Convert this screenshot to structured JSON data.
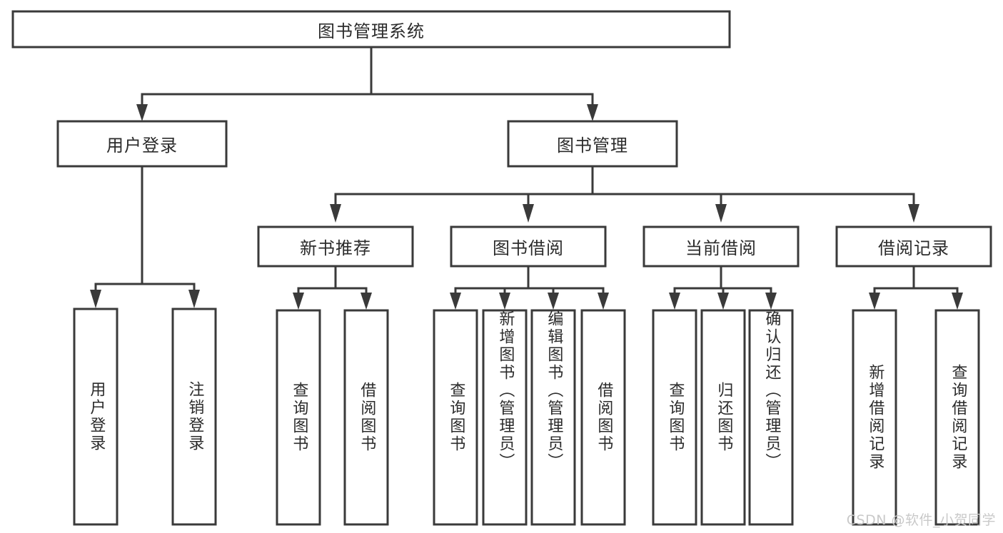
{
  "diagram": {
    "type": "tree",
    "title": "图书管理系统",
    "watermark": "CSDN @软件_小贺同学",
    "colors": {
      "stroke": "#3a3a3a",
      "fill": "#ffffff",
      "text": "#2b2b2b",
      "watermark": "#c9c9c9"
    },
    "root": {
      "label": "图书管理系统"
    },
    "level1": [
      {
        "label": "用户登录"
      },
      {
        "label": "图书管理"
      }
    ],
    "level2": [
      {
        "label": "新书推荐"
      },
      {
        "label": "图书借阅"
      },
      {
        "label": "当前借阅"
      },
      {
        "label": "借阅记录"
      }
    ],
    "leaves": {
      "user_login": [
        {
          "label": "用户登录"
        },
        {
          "label": "注销登录"
        }
      ],
      "new_book_recommend": [
        {
          "label": "查询图书"
        },
        {
          "label": "借阅图书"
        }
      ],
      "book_borrow": [
        {
          "label": "查询图书"
        },
        {
          "label": "新增图书（管理员）"
        },
        {
          "label": "编辑图书（管理员）"
        },
        {
          "label": "借阅图书"
        }
      ],
      "current_borrow": [
        {
          "label": "查询图书"
        },
        {
          "label": "归还图书"
        },
        {
          "label": "确认归还（管理员）"
        }
      ],
      "borrow_record": [
        {
          "label": "新增借阅记录"
        },
        {
          "label": "查询借阅记录"
        }
      ]
    }
  }
}
